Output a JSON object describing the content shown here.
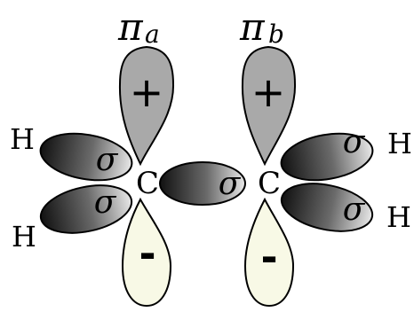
{
  "orbitals": {
    "pi_a": {
      "symbol": "π",
      "subscript": "a",
      "top_sign": "+",
      "bottom_sign": "-"
    },
    "pi_b": {
      "symbol": "π",
      "subscript": "b",
      "top_sign": "+",
      "bottom_sign": "-"
    }
  },
  "atoms": {
    "carbon_left": "C",
    "carbon_right": "C",
    "h_top_left": "H",
    "h_bottom_left": "H",
    "h_top_right": "H",
    "h_bottom_right": "H"
  },
  "sigma_bonds": {
    "ch_top_left": "σ",
    "ch_bottom_left": "σ",
    "cc": "σ",
    "ch_top_right": "σ",
    "ch_bottom_right": "σ"
  },
  "colors": {
    "upper_lobe": "#a9a9a9",
    "lower_lobe": "#f8f9e6",
    "sigma_dark": "#111111",
    "sigma_light": "#e6e6e6"
  }
}
